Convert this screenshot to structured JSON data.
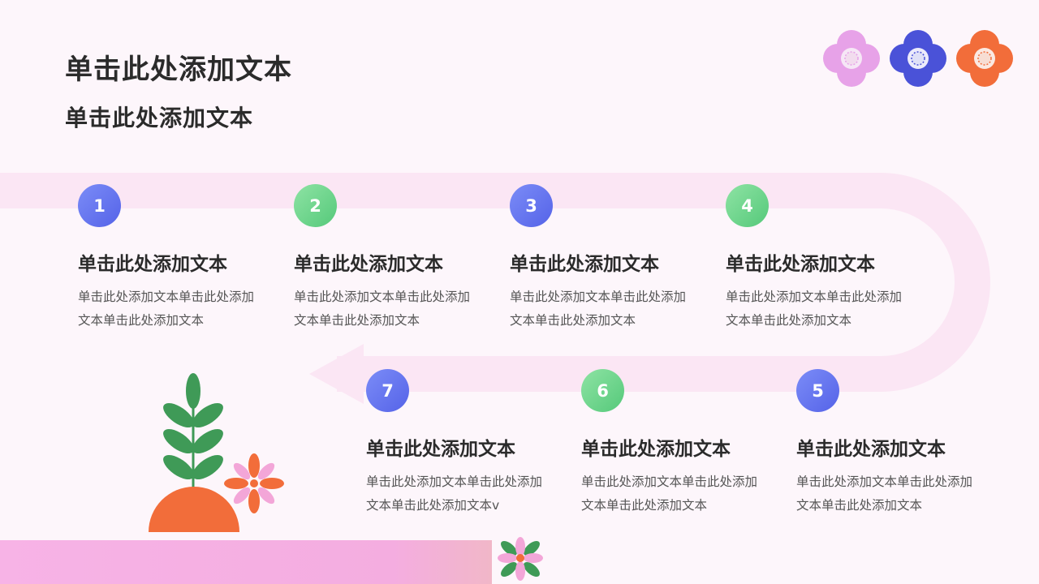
{
  "title": "单击此处添加文本",
  "subtitle": "单击此处添加文本",
  "steps": [
    {
      "number": "1",
      "title": "单击此处添加文本",
      "desc": "单击此处添加文本单击此处添加文本单击此处添加文本"
    },
    {
      "number": "2",
      "title": "单击此处添加文本",
      "desc": "单击此处添加文本单击此处添加文本单击此处添加文本"
    },
    {
      "number": "3",
      "title": "单击此处添加文本",
      "desc": "单击此处添加文本单击此处添加文本单击此处添加文本"
    },
    {
      "number": "4",
      "title": "单击此处添加文本",
      "desc": "单击此处添加文本单击此处添加文本单击此处添加文本"
    },
    {
      "number": "5",
      "title": "单击此处添加文本",
      "desc": "单击此处添加文本单击此处添加文本单击此处添加文本"
    },
    {
      "number": "6",
      "title": "单击此处添加文本",
      "desc": "单击此处添加文本单击此处添加文本单击此处添加文本"
    },
    {
      "number": "7",
      "title": "单击此处添加文本",
      "desc": "单击此处添加文本单击此处添加文本单击此处添加文本v"
    }
  ],
  "colors": {
    "background": "#fdf6fb",
    "track": "#fbe3f3",
    "badge_blue": "#5f6cf0",
    "badge_green": "#66d187",
    "flower_pink": "#e7a2e8",
    "flower_blue": "#4a52d8",
    "flower_orange": "#f26d3a",
    "leaf_green": "#3f9a57",
    "bottom_band": "#f7b3e6"
  },
  "icons": [
    "flower-pink-icon",
    "flower-blue-icon",
    "flower-orange-icon",
    "plant-icon",
    "small-flower-icon"
  ]
}
